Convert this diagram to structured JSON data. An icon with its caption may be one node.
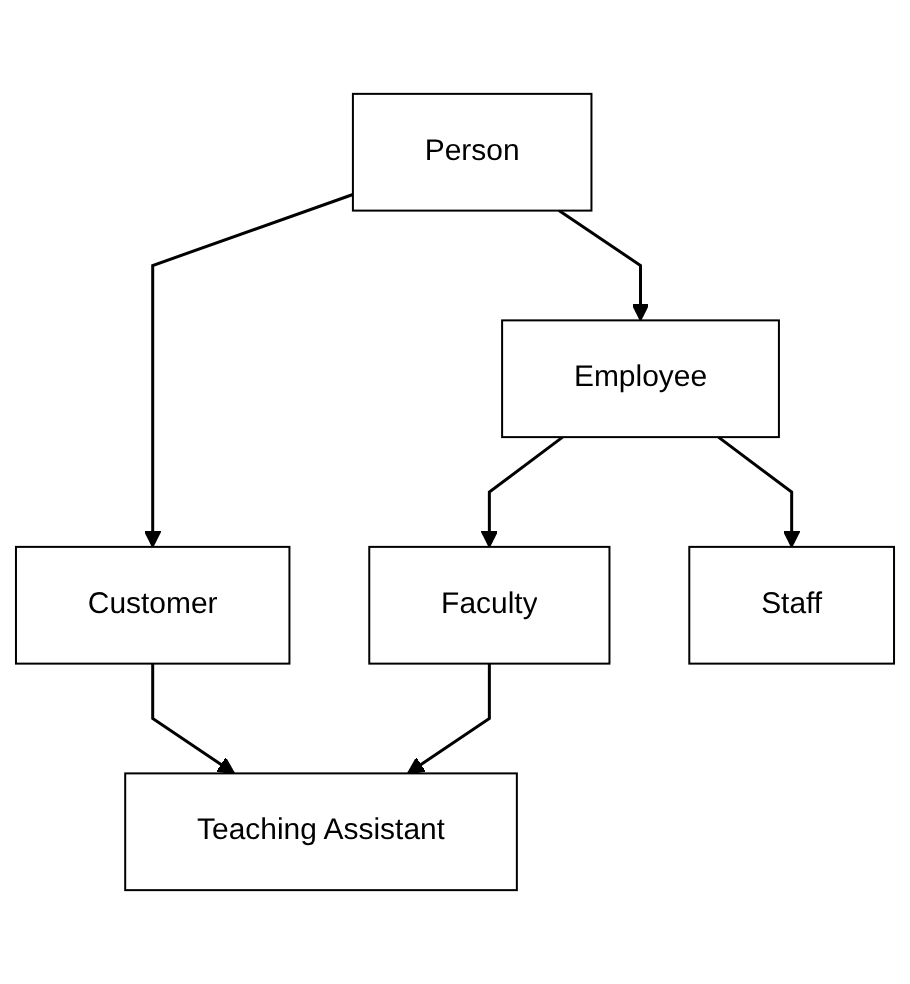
{
  "diagram": {
    "nodes": [
      {
        "text": [
          "Person"
        ]
      },
      {
        "text": [
          "Customer"
        ]
      },
      {
        "text": [
          "Employee"
        ]
      },
      {
        "text": [
          "Faculty"
        ]
      },
      {
        "text": [
          "Staff"
        ]
      },
      {
        "text": [
          "Teaching Assistant"
        ]
      }
    ],
    "edges": [
      {
        "from": 0,
        "to": 1,
        "arrow": "to"
      },
      {
        "from": 0,
        "to": 2,
        "arrow": "to"
      },
      {
        "from": 2,
        "to": 3,
        "arrow": "to"
      },
      {
        "from": 2,
        "to": 4,
        "arrow": "to"
      },
      {
        "from": 1,
        "to": 5,
        "arrow": "to"
      },
      {
        "from": 3,
        "to": 5,
        "arrow": "to"
      }
    ]
  }
}
